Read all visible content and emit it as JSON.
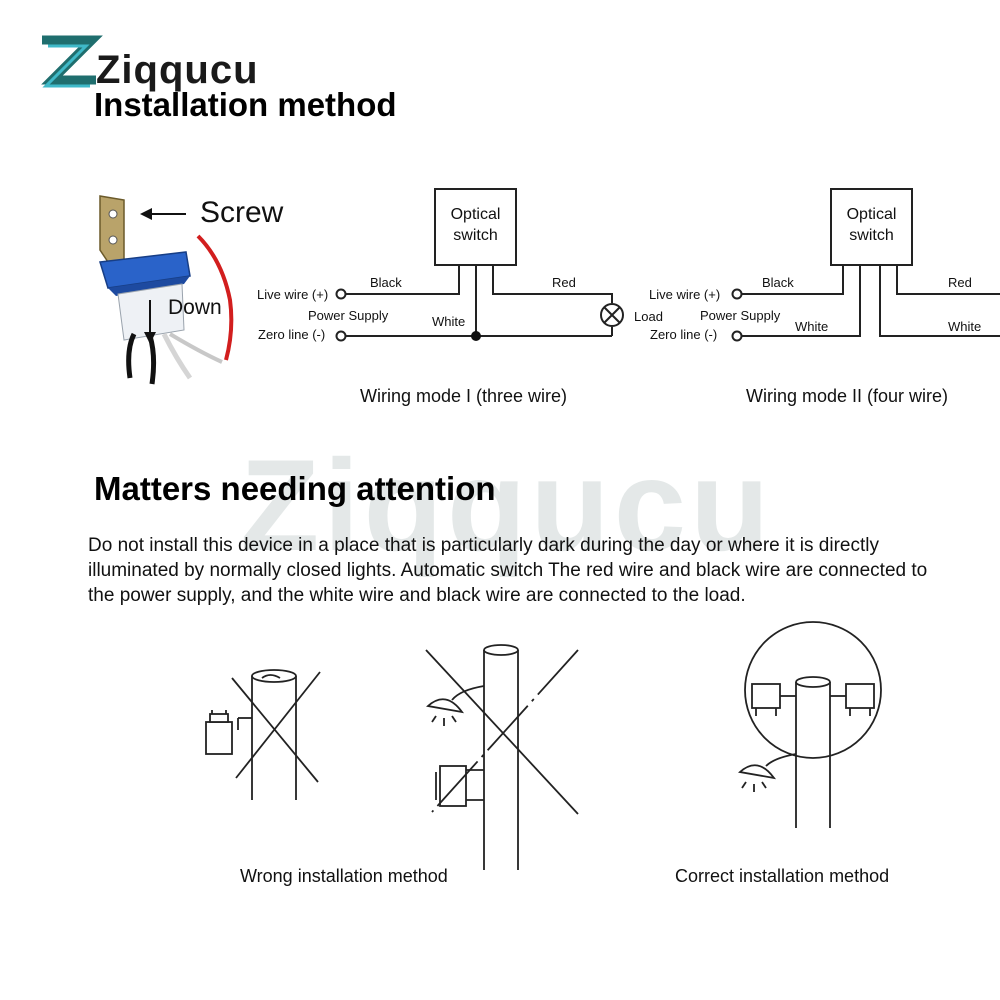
{
  "brand": {
    "name": "Ziqqucu",
    "logo_colors": [
      "#1f6e6e",
      "#3fb9c8"
    ]
  },
  "watermark": "Ziqqucu",
  "installation": {
    "title": "Installation method",
    "screw_label": "Screw",
    "down_label": "Down"
  },
  "mode1": {
    "box_line1": "Optical",
    "box_line2": "switch",
    "live_wire": "Live wire (+)",
    "power_supply": "Power Supply",
    "zero_line": "Zero line (-)",
    "black": "Black",
    "white": "White",
    "red": "Red",
    "load": "Load",
    "caption": "Wiring mode I (three wire)"
  },
  "mode2": {
    "box_line1": "Optical",
    "box_line2": "switch",
    "live_wire": "Live wire (+)",
    "power_supply": "Power Supply",
    "zero_line": "Zero line (-)",
    "black": "Black",
    "white": "White",
    "red": "Red",
    "white_right": "White",
    "caption": "Wiring mode II (four wire)"
  },
  "attention": {
    "title": "Matters needing attention",
    "paragraph": "Do not install this device in a place that is particularly dark during the day or where it is directly illuminated by normally closed lights. Automatic switch The red wire and black wire are connected to the power supply,  and the white wire and black wire are connected to the load."
  },
  "captions": {
    "wrong": "Wrong installation method",
    "correct": "Correct installation method"
  }
}
